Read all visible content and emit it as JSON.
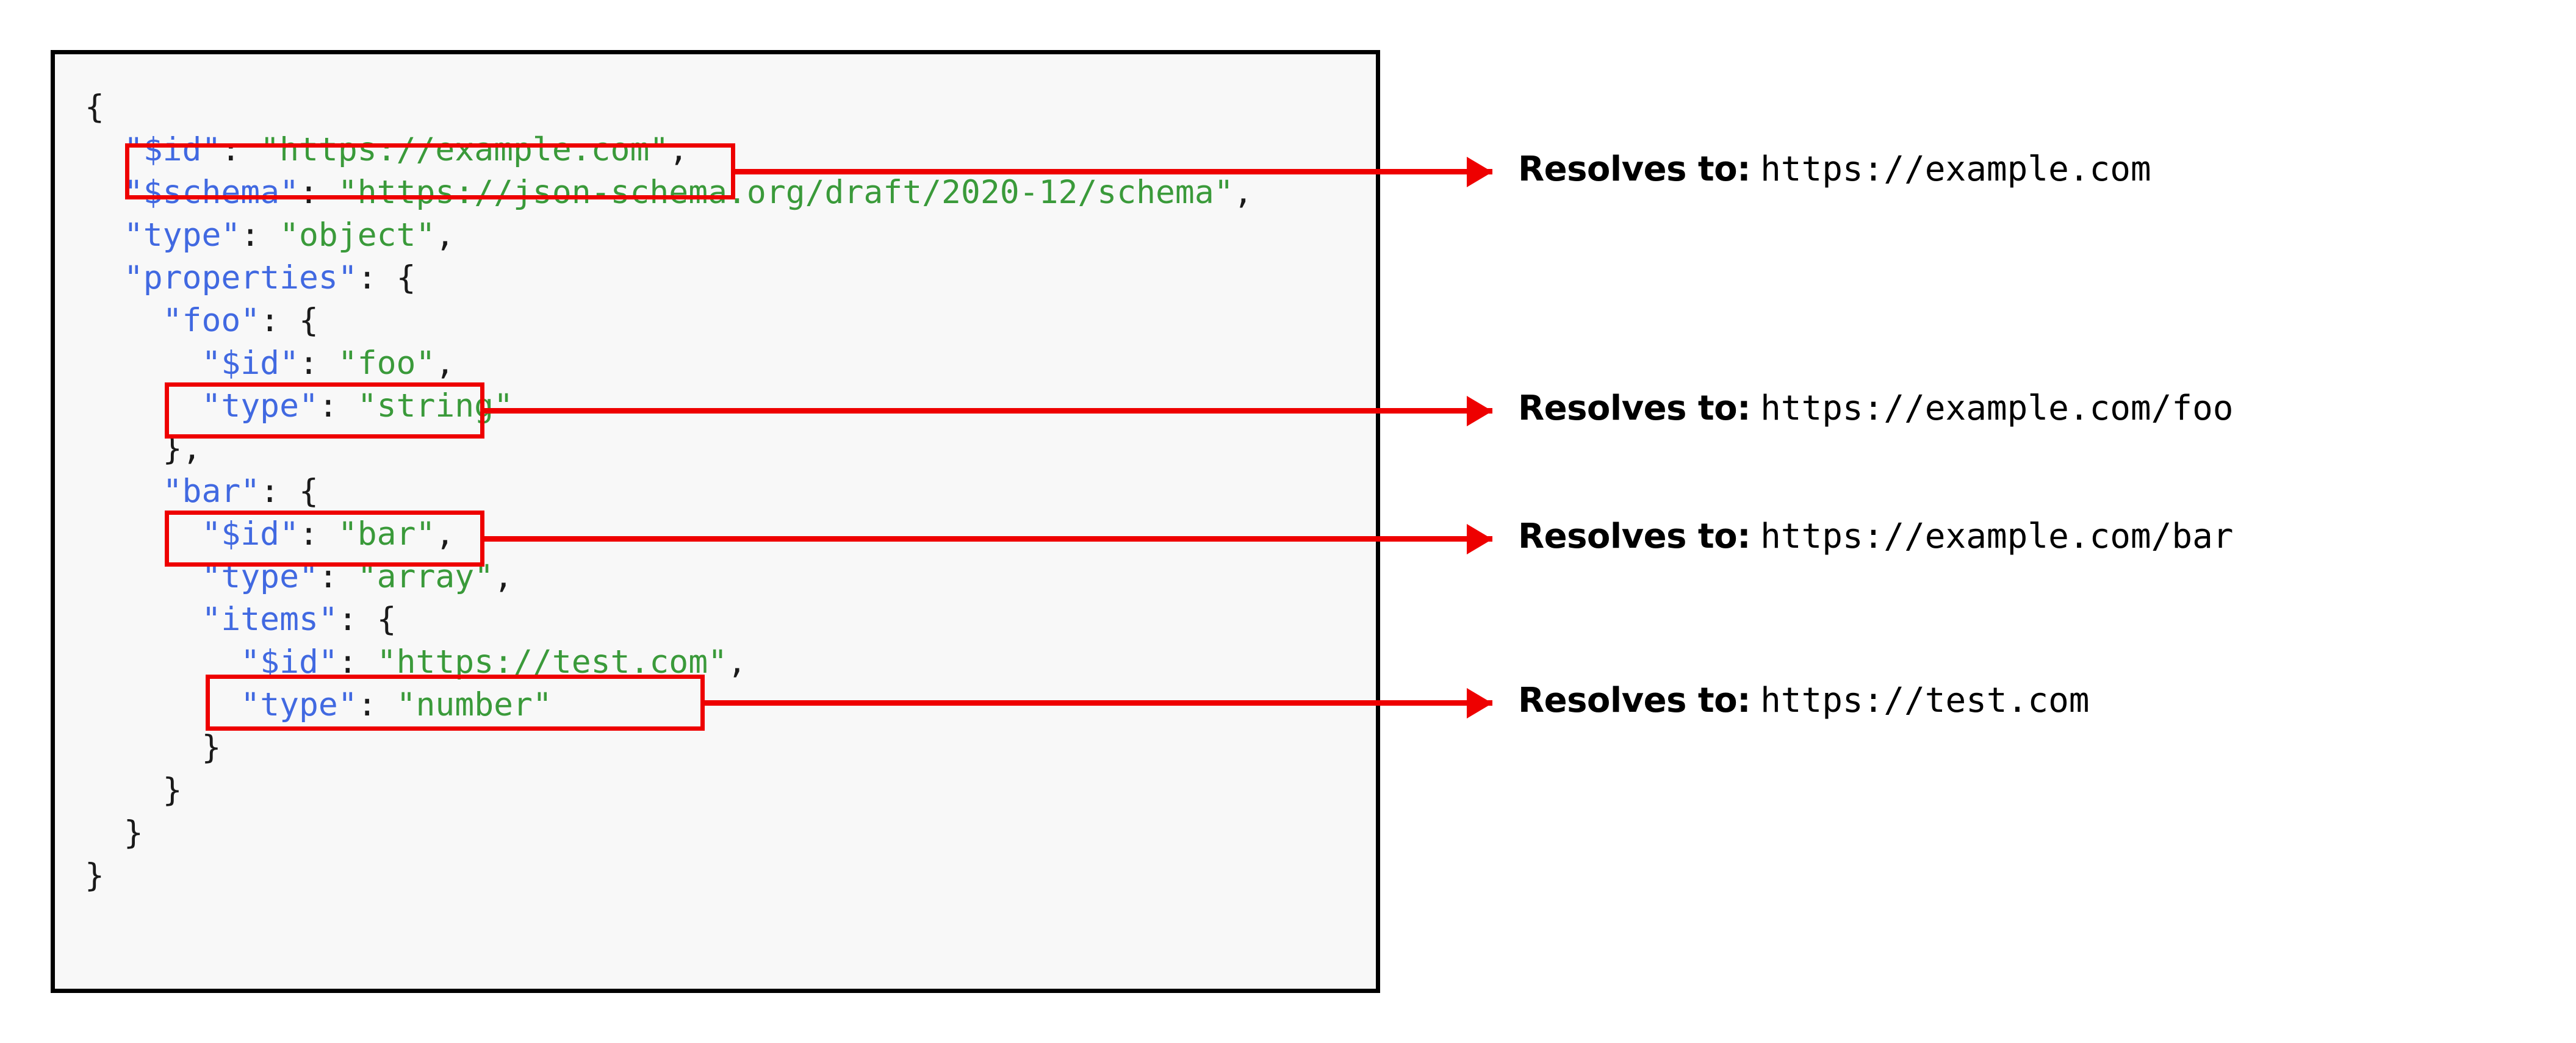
{
  "code_block": {
    "language": "json",
    "background_color": "#f8f8f8",
    "border_color": "#000000",
    "key_color": "#4169e1",
    "string_color": "#3a9a3a",
    "punctuation_color": "#1a1a1a",
    "lines": [
      {
        "indent": 0,
        "text": "{"
      },
      {
        "indent": 1,
        "key": "\"$id\"",
        "value": "\"https://example.com\"",
        "comma": ","
      },
      {
        "indent": 1,
        "key": "\"$schema\"",
        "value": "\"https://json-schema.org/draft/2020-12/schema\"",
        "comma": ","
      },
      {
        "indent": 1,
        "key": "\"type\"",
        "value": "\"object\"",
        "comma": ","
      },
      {
        "indent": 1,
        "key": "\"properties\"",
        "value": "{",
        "comma": ""
      },
      {
        "indent": 2,
        "key": "\"foo\"",
        "value": "{",
        "comma": ""
      },
      {
        "indent": 3,
        "key": "\"$id\"",
        "value": "\"foo\"",
        "comma": ","
      },
      {
        "indent": 3,
        "key": "\"type\"",
        "value": "\"string\"",
        "comma": ""
      },
      {
        "indent": 2,
        "text": "},"
      },
      {
        "indent": 2,
        "key": "\"bar\"",
        "value": "{",
        "comma": ""
      },
      {
        "indent": 3,
        "key": "\"$id\"",
        "value": "\"bar\"",
        "comma": ","
      },
      {
        "indent": 3,
        "key": "\"type\"",
        "value": "\"array\"",
        "comma": ","
      },
      {
        "indent": 3,
        "key": "\"items\"",
        "value": "{",
        "comma": ""
      },
      {
        "indent": 4,
        "key": "\"$id\"",
        "value": "\"https://test.com\"",
        "comma": ","
      },
      {
        "indent": 4,
        "key": "\"type\"",
        "value": "\"number\"",
        "comma": ""
      },
      {
        "indent": 3,
        "text": "}"
      },
      {
        "indent": 2,
        "text": "}"
      },
      {
        "indent": 1,
        "text": "}"
      },
      {
        "indent": 0,
        "text": "}"
      }
    ]
  },
  "highlight_color": "#ee0000",
  "annotations": [
    {
      "label": "Resolves to:",
      "url": "https://example.com",
      "source_id": "\"$id\": \"https://example.com\""
    },
    {
      "label": "Resolves to:",
      "url": "https://example.com/foo",
      "source_id": "\"$id\": \"foo\""
    },
    {
      "label": "Resolves to:",
      "url": "https://example.com/bar",
      "source_id": "\"$id\": \"bar\""
    },
    {
      "label": "Resolves to:",
      "url": "https://test.com",
      "source_id": "\"$id\": \"https://test.com\""
    }
  ]
}
